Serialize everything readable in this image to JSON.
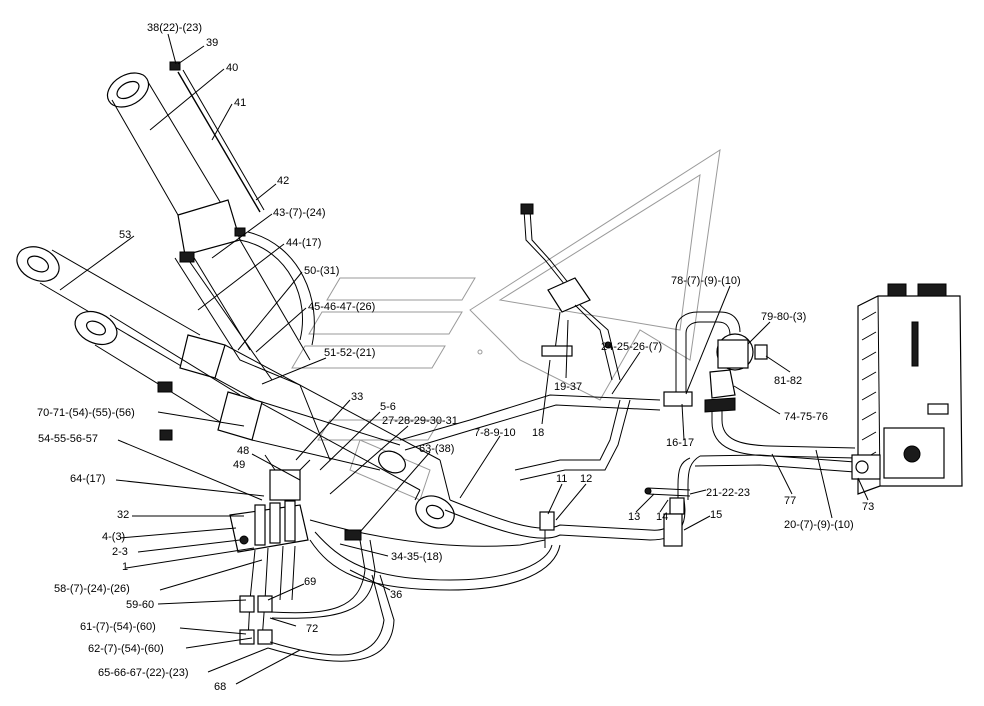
{
  "callouts": [
    {
      "id": "c1",
      "text": "38(22)-(23)"
    },
    {
      "id": "c2",
      "text": "39"
    },
    {
      "id": "c3",
      "text": "40"
    },
    {
      "id": "c4",
      "text": "41"
    },
    {
      "id": "c5",
      "text": "42"
    },
    {
      "id": "c6",
      "text": "43-(7)-(24)"
    },
    {
      "id": "c7",
      "text": "44-(17)"
    },
    {
      "id": "c8",
      "text": "53"
    },
    {
      "id": "c9",
      "text": "50-(31)"
    },
    {
      "id": "c10",
      "text": "45-46-47-(26)"
    },
    {
      "id": "c11",
      "text": "51-52-(21)"
    },
    {
      "id": "c12",
      "text": "33"
    },
    {
      "id": "c13",
      "text": "5-6"
    },
    {
      "id": "c14",
      "text": "27-28-29-30-31"
    },
    {
      "id": "c15",
      "text": "70-71-(54)-(55)-(56)"
    },
    {
      "id": "c16",
      "text": "54-55-56-57"
    },
    {
      "id": "c17",
      "text": "48"
    },
    {
      "id": "c18",
      "text": "49"
    },
    {
      "id": "c19",
      "text": "64-(17)"
    },
    {
      "id": "c20",
      "text": "32"
    },
    {
      "id": "c21",
      "text": "4-(3)"
    },
    {
      "id": "c22",
      "text": "2-3"
    },
    {
      "id": "c23",
      "text": "1"
    },
    {
      "id": "c24",
      "text": "58-(7)-(24)-(26)"
    },
    {
      "id": "c25",
      "text": "59-60"
    },
    {
      "id": "c26",
      "text": "69"
    },
    {
      "id": "c27",
      "text": "61-(7)-(54)-(60)"
    },
    {
      "id": "c28",
      "text": "72"
    },
    {
      "id": "c29",
      "text": "62-(7)-(54)-(60)"
    },
    {
      "id": "c30",
      "text": "65-66-67-(22)-(23)"
    },
    {
      "id": "c31",
      "text": "68"
    },
    {
      "id": "c32",
      "text": "36"
    },
    {
      "id": "c33",
      "text": "34-35-(18)"
    },
    {
      "id": "c34",
      "text": "63-(38)"
    },
    {
      "id": "c35",
      "text": "7-8-9-10"
    },
    {
      "id": "c36",
      "text": "18"
    },
    {
      "id": "c37",
      "text": "19-37"
    },
    {
      "id": "c38",
      "text": "24-25-26-(7)"
    },
    {
      "id": "c39",
      "text": "78-(7)-(9)-(10)"
    },
    {
      "id": "c40",
      "text": "79-80-(3)"
    },
    {
      "id": "c41",
      "text": "81-82"
    },
    {
      "id": "c42",
      "text": "74-75-76"
    },
    {
      "id": "c43",
      "text": "16-17"
    },
    {
      "id": "c44",
      "text": "11"
    },
    {
      "id": "c45",
      "text": "12"
    },
    {
      "id": "c46",
      "text": "21-22-23"
    },
    {
      "id": "c47",
      "text": "13"
    },
    {
      "id": "c48",
      "text": "14"
    },
    {
      "id": "c49",
      "text": "15"
    },
    {
      "id": "c50",
      "text": "77"
    },
    {
      "id": "c51",
      "text": "20-(7)-(9)-(10)"
    },
    {
      "id": "c52",
      "text": "73"
    }
  ]
}
